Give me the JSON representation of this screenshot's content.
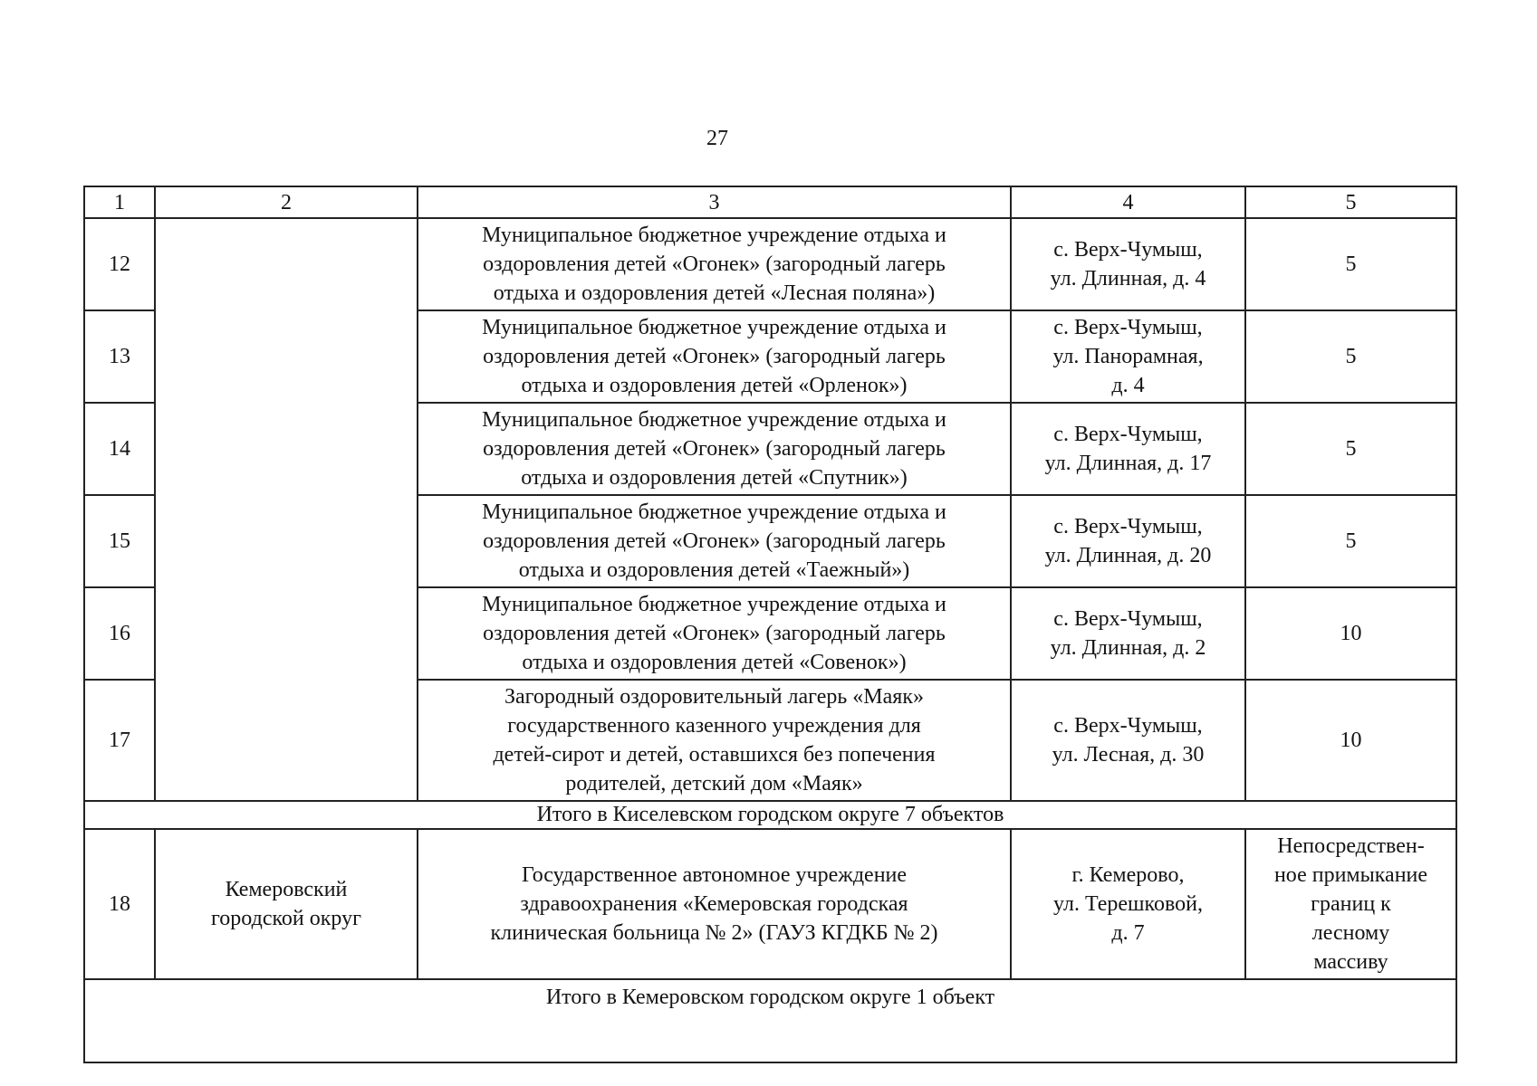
{
  "page": {
    "number": "27"
  },
  "table": {
    "headers": [
      "1",
      "2",
      "3",
      "4",
      "5"
    ],
    "rows": [
      {
        "num": "12",
        "district": "",
        "name": "Муниципальное бюджетное учреждение отдыха и\nоздоровления детей «Огонек» (загородный лагерь\nотдыха и оздоровления детей «Лесная поляна»)",
        "address": "с. Верх-Чумыш,\nул. Длинная, д. 4",
        "value": "5"
      },
      {
        "num": "13",
        "name": "Муниципальное бюджетное учреждение отдыха и\nоздоровления детей «Огонек» (загородный лагерь\nотдыха и оздоровления детей «Орленок»)",
        "address": "с. Верх-Чумыш,\nул. Панорамная,\nд. 4",
        "value": "5"
      },
      {
        "num": "14",
        "name": "Муниципальное бюджетное учреждение отдыха и\nоздоровления детей «Огонек» (загородный лагерь\nотдыха и оздоровления детей «Спутник»)",
        "address": "с. Верх-Чумыш,\nул. Длинная, д. 17",
        "value": "5"
      },
      {
        "num": "15",
        "name": "Муниципальное бюджетное учреждение отдыха и\nоздоровления детей «Огонек» (загородный лагерь\nотдыха и оздоровления детей «Таежный»)",
        "address": "с. Верх-Чумыш,\nул. Длинная, д. 20",
        "value": "5"
      },
      {
        "num": "16",
        "name": "Муниципальное бюджетное учреждение отдыха и\nоздоровления детей «Огонек» (загородный лагерь\nотдыха и оздоровления детей «Совенок»)",
        "address": "с. Верх-Чумыш,\nул. Длинная, д. 2",
        "value": "10"
      },
      {
        "num": "17",
        "name": "Загородный оздоровительный лагерь «Маяк»\nгосударственного казенного учреждения для\nдетей-сирот и детей, оставшихся без попечения\nродителей, детский дом «Маяк»",
        "address": "с. Верх-Чумыш,\nул. Лесная, д. 30",
        "value": "10"
      },
      {
        "num": "18",
        "district": "Кемеровский\nгородской округ",
        "name": "Государственное автономное учреждение\nздравоохранения «Кемеровская городская\nклиническая больница № 2» (ГАУЗ КГДКБ № 2)",
        "address": "г. Кемерово,\nул. Терешковой,\nд. 7",
        "value": "Непосредствен-\nное примыкание\nграниц к\nлесному\nмассиву"
      }
    ],
    "subtotal_kiselevsk": "Итого в Киселевском городском округе 7 объектов",
    "subtotal_kemerovo": "Итого в Кемеровском городском округе 1 объект"
  }
}
